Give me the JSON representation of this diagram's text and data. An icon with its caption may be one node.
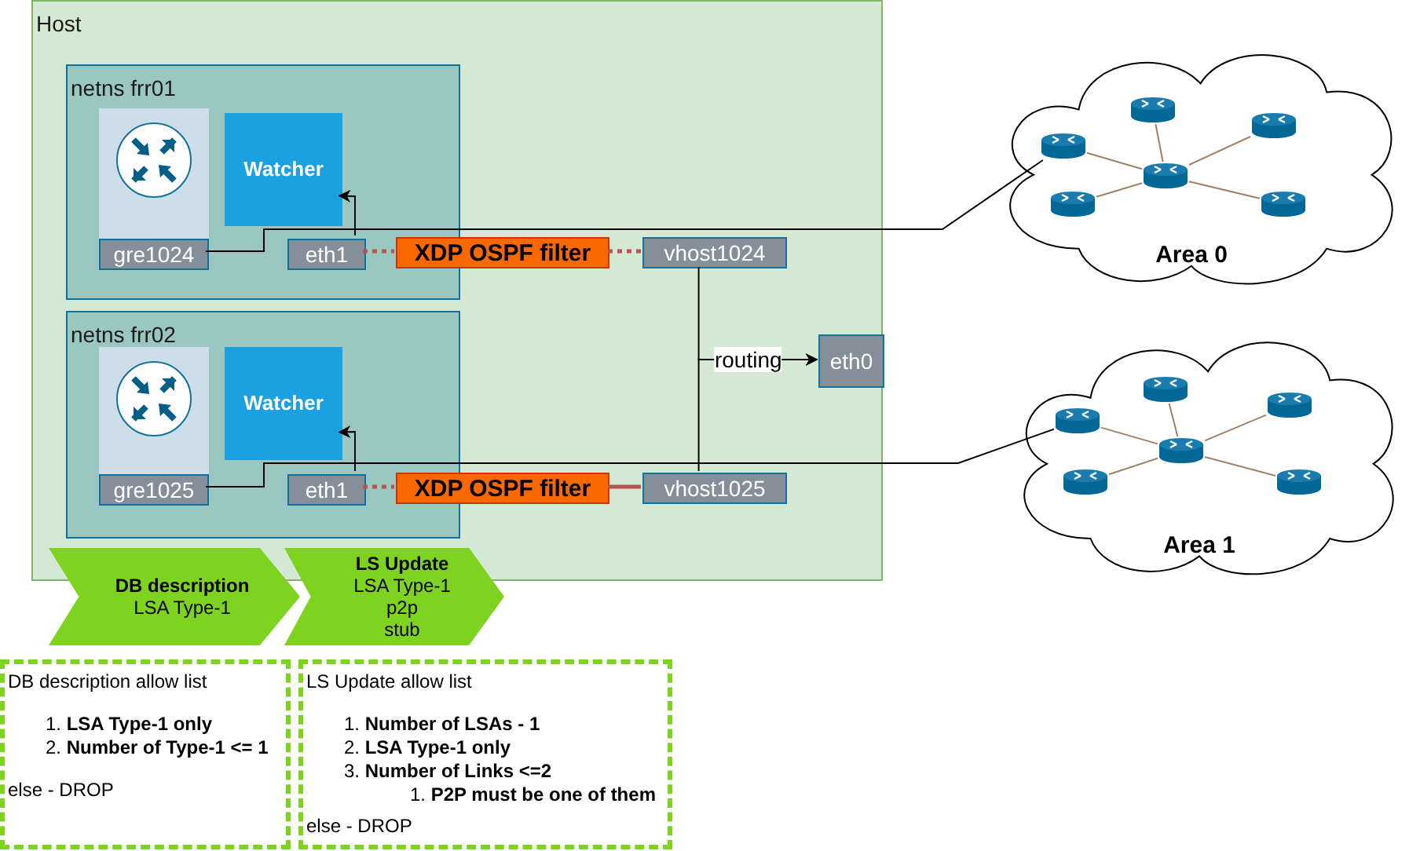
{
  "diagram": {
    "nodes": [
      {
        "text": [
          "Host"
        ]
      },
      {
        "text": [
          "netns frr01"
        ],
        "in": 0
      },
      {
        "text": [],
        "shape": "box",
        "in": 1
      },
      {
        "text": [
          "Watcher"
        ],
        "in": 1
      },
      {
        "text": [
          "gre1024"
        ],
        "in": 1
      },
      {
        "text": [
          "eth1"
        ],
        "in": 1
      },
      {
        "text": [
          "XDP OSPF filter"
        ],
        "in": 0
      },
      {
        "text": [
          "vhost1024"
        ],
        "in": 0
      },
      {
        "text": [
          "netns frr02"
        ],
        "in": 0
      },
      {
        "text": [],
        "shape": "box",
        "in": 8
      },
      {
        "text": [
          "Watcher"
        ],
        "in": 8
      },
      {
        "text": [
          "gre1025"
        ],
        "in": 8
      },
      {
        "text": [
          "eth1"
        ],
        "in": 8
      },
      {
        "text": [
          "XDP OSPF filter"
        ],
        "in": 0
      },
      {
        "text": [
          "vhost1025"
        ],
        "in": 0
      },
      {
        "text": [
          "eth0"
        ],
        "in": 0
      },
      {
        "text": [
          "Area 0"
        ]
      },
      {
        "text": [],
        "shape": "cylinder",
        "in": 16
      },
      {
        "text": [],
        "shape": "cylinder",
        "in": 16
      },
      {
        "text": [],
        "shape": "cylinder",
        "in": 16
      },
      {
        "text": [],
        "shape": "cylinder",
        "in": 16
      },
      {
        "text": [],
        "shape": "cylinder",
        "in": 16
      },
      {
        "text": [],
        "shape": "cylinder",
        "in": 16
      },
      {
        "text": [
          "Area 1"
        ]
      },
      {
        "text": [],
        "shape": "cylinder",
        "in": 23
      },
      {
        "text": [],
        "shape": "cylinder",
        "in": 23
      },
      {
        "text": [],
        "shape": "cylinder",
        "in": 23
      },
      {
        "text": [],
        "shape": "cylinder",
        "in": 23
      },
      {
        "text": [],
        "shape": "cylinder",
        "in": 23
      },
      {
        "text": [],
        "shape": "cylinder",
        "in": 23
      },
      {
        "text": [
          "DB description",
          "LSA Type-1"
        ]
      },
      {
        "text": [
          "LS Update",
          "LSA Type-1",
          "p2p",
          "stub"
        ]
      },
      {
        "text": [
          "DB description allow list",
          "1. **LSA Type-1 only**",
          "2. **Number of Type-1 <= 1**",
          "else - DROP"
        ]
      },
      {
        "text": [
          "LS Update allow list",
          "1. **Number of LSAs - 1**",
          "2. **LSA Type-1 only**",
          "3. **Number of Links <=2**",
          "1. **P2P must be one of them**",
          "else - DROP"
        ]
      }
    ],
    "edges": [
      {
        "from": 4,
        "to": 17,
        "arrow": "none",
        "color": "#000000"
      },
      {
        "from": 5,
        "to": 3,
        "arrow": "to",
        "color": "#000000"
      },
      {
        "from": 5,
        "to": 6,
        "arrow": "none",
        "style": "dashed",
        "color": "#b85450"
      },
      {
        "from": 6,
        "to": 7,
        "arrow": "none",
        "style": "dashed",
        "color": "#b85450"
      },
      {
        "from": 7,
        "to": 15,
        "arrow": "to",
        "label": "routing",
        "color": "#000000"
      },
      {
        "from": 14,
        "to": 15,
        "arrow": "to",
        "color": "#000000"
      },
      {
        "from": 11,
        "to": 24,
        "arrow": "none",
        "color": "#000000"
      },
      {
        "from": 12,
        "to": 10,
        "arrow": "to",
        "color": "#000000"
      },
      {
        "from": 12,
        "to": 13,
        "arrow": "none",
        "style": "dashed",
        "color": "#b85450"
      },
      {
        "from": 13,
        "to": 14,
        "arrow": "none",
        "style": "thick",
        "color": "#b85450"
      },
      {
        "from": 20,
        "to": 17,
        "arrow": "none",
        "color": "#a08266"
      },
      {
        "from": 20,
        "to": 18,
        "arrow": "none",
        "color": "#a08266"
      },
      {
        "from": 20,
        "to": 19,
        "arrow": "none",
        "color": "#a08266"
      },
      {
        "from": 20,
        "to": 21,
        "arrow": "none",
        "color": "#a08266"
      },
      {
        "from": 20,
        "to": 22,
        "arrow": "none",
        "color": "#a08266"
      },
      {
        "from": 27,
        "to": 24,
        "arrow": "none",
        "color": "#a08266"
      },
      {
        "from": 27,
        "to": 25,
        "arrow": "none",
        "color": "#a08266"
      },
      {
        "from": 27,
        "to": 26,
        "arrow": "none",
        "color": "#a08266"
      },
      {
        "from": 27,
        "to": 28,
        "arrow": "none",
        "color": "#a08266"
      },
      {
        "from": 27,
        "to": 29,
        "arrow": "none",
        "color": "#a08266"
      }
    ]
  }
}
